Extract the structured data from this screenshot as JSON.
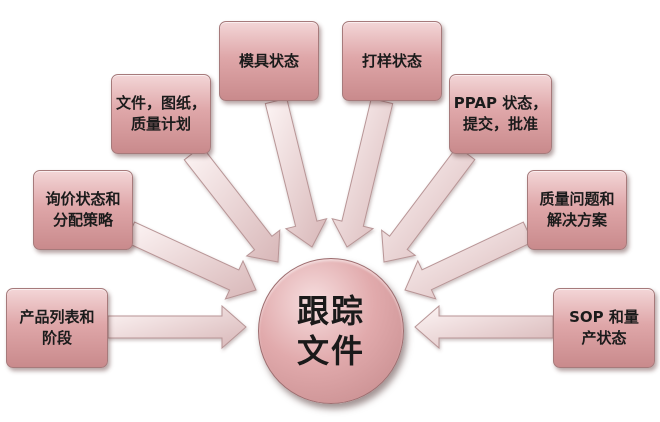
{
  "center": {
    "label": "跟踪\n文件"
  },
  "inputs": [
    {
      "label": "产品列表和\n阶段"
    },
    {
      "label": "询价状态和\n分配策略"
    },
    {
      "label": "文件，图纸，\n质量计划"
    },
    {
      "label": "模具状态"
    },
    {
      "label": "打样状态"
    },
    {
      "label": "PPAP 状态，\n提交，批准"
    },
    {
      "label": "质量问题和\n解决方案"
    },
    {
      "label": "SOP 和量\n产状态"
    }
  ],
  "colors": {
    "box_fill_top": "#f3d6d7",
    "box_fill_bottom": "#c98a8c",
    "arrow_fill_light": "#fbf0f0",
    "arrow_fill_dark": "#d9b9ba",
    "text": "#1b1b1b"
  }
}
